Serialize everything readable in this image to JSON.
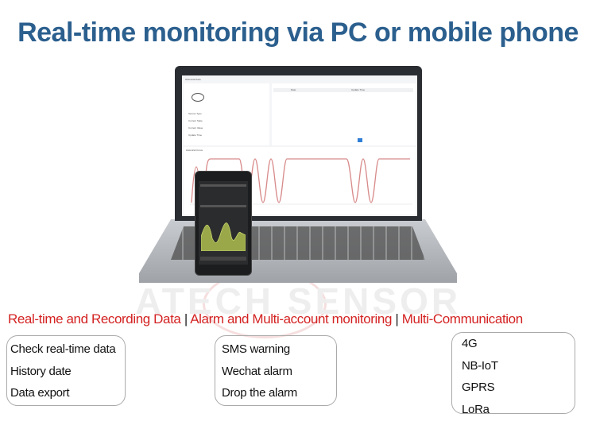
{
  "title": "Real-time monitoring via PC or mobile phone",
  "watermark": "ATECH SENSOR",
  "screen": {
    "window_title": "Historical Data",
    "fields": [
      "Sensor Type",
      "Current State",
      "Current Value",
      "Update Time"
    ],
    "table_headers": [
      "Date",
      "Update Time"
    ],
    "curve_title": "Historical Curve"
  },
  "features": {
    "headings": [
      "Real-time and Recording Data",
      "Alarm and Multi-account monitoring",
      "Multi-Communication"
    ],
    "separator": "|",
    "groups": [
      {
        "items": [
          "Check real-time data",
          "History date",
          "Data export"
        ]
      },
      {
        "items": [
          "SMS warning",
          "Wechat alarm",
          "Drop the alarm"
        ]
      },
      {
        "items": [
          "4G",
          "NB-IoT",
          "GPRS",
          "LoRa"
        ]
      }
    ]
  },
  "colors": {
    "title": "#2b5f8e",
    "heading": "#d42222",
    "curve": "#d88a8a"
  }
}
